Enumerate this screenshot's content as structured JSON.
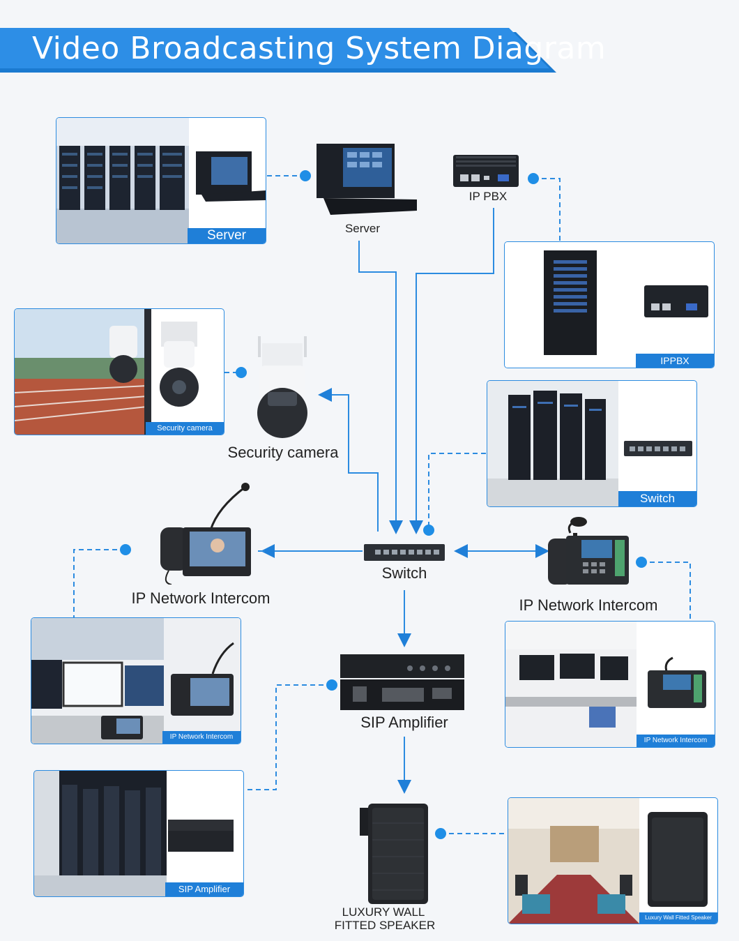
{
  "title": "Video Broadcasting System Diagram",
  "colors": {
    "accent": "#1f7fd8",
    "line": "#2b8be0",
    "dot": "#1f8ee6"
  },
  "nodes": {
    "server": "Server",
    "ip_pbx": "IP PBX",
    "security_camera": "Security camera",
    "switch": "Switch",
    "intercom_left": "IP Network Intercom",
    "intercom_right": "IP Network Intercom",
    "sip_amplifier": "SIP Amplifier",
    "speaker_line1": "LUXURY WALL",
    "speaker_line2": "FITTED  SPEAKER"
  },
  "cards": {
    "server": "Server",
    "ippbx": "IPPBX",
    "security_camera": "Security camera",
    "switch": "Switch",
    "intercom_left": "IP Network Intercom",
    "intercom_right": "IP Network Intercom",
    "sip_amplifier": "SIP Amplifier",
    "speaker": "Luxury Wall  Fitted  Speaker"
  }
}
